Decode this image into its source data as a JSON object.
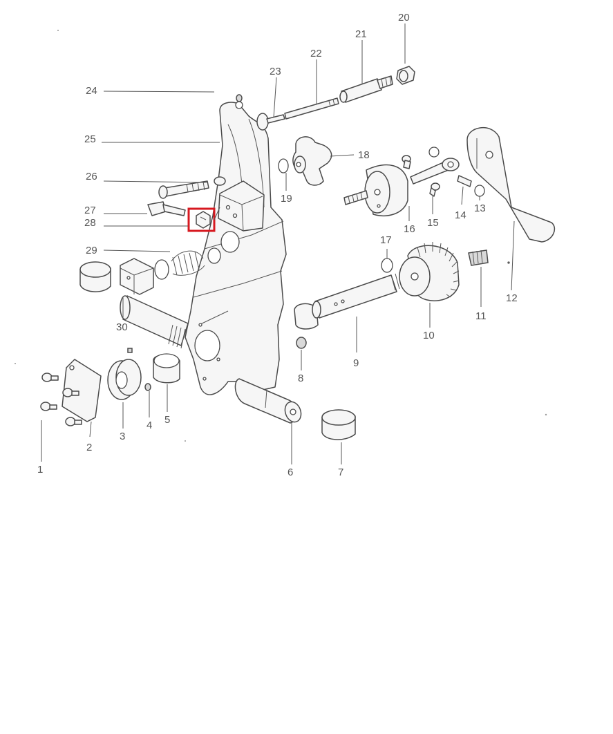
{
  "diagram": {
    "labels": [
      "1",
      "2",
      "3",
      "4",
      "5",
      "6",
      "7",
      "8",
      "9",
      "10",
      "11",
      "12",
      "13",
      "14",
      "15",
      "16",
      "17",
      "18",
      "19",
      "20",
      "21",
      "22",
      "23",
      "24",
      "25",
      "26",
      "27",
      "28",
      "29",
      "30"
    ],
    "highlighted_part": "28",
    "highlight_color": "#d71920",
    "line_color": "#555555"
  }
}
